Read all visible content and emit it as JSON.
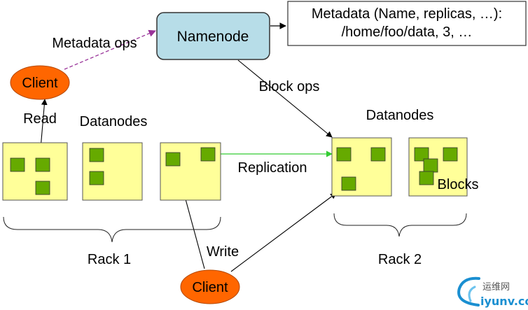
{
  "namenode": {
    "label": "Namenode"
  },
  "metadata": {
    "line1": "Metadata (Name, replicas, …):",
    "line2": "/home/foo/data, 3, …"
  },
  "edge_labels": {
    "metadata_ops": "Metadata ops",
    "block_ops": "Block ops",
    "read": "Read",
    "write": "Write",
    "replication": "Replication",
    "blocks": "Blocks"
  },
  "clients": {
    "top": "Client",
    "bottom": "Client"
  },
  "datanode_groups": {
    "left": "Datanodes",
    "right": "Datanodes"
  },
  "racks": {
    "rack1": "Rack 1",
    "rack2": "Rack 2"
  },
  "watermark": {
    "site_cn": "运维网",
    "site_domain": "iyunv.com"
  },
  "colors": {
    "namenode_fill": "#b7dde8",
    "datanode_fill": "#ffff99",
    "block_fill": "#66aa00",
    "client_fill": "#ff6600",
    "replication_arrow": "#33cc33",
    "metadata_ops_arrow": "#993399",
    "watermark_blue": "#1a8fd1"
  }
}
